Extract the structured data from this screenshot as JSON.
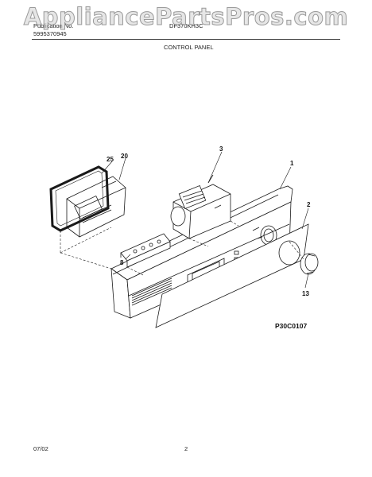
{
  "watermark": "AppliancePartsPros.com",
  "header": {
    "left_line1": "Publication No.",
    "left_line2": "5995370945",
    "model": "DF370KH3C",
    "section": "CONTROL PANEL"
  },
  "callouts": [
    "25",
    "20",
    "3",
    "1",
    "2",
    "8",
    "13"
  ],
  "diagram_code": "P30C0107",
  "footer": {
    "date": "07/02",
    "page": "2"
  },
  "colors": {
    "line": "#1a1a1a",
    "paper": "#ffffff",
    "watermark_outline": "#9a9a9a"
  }
}
